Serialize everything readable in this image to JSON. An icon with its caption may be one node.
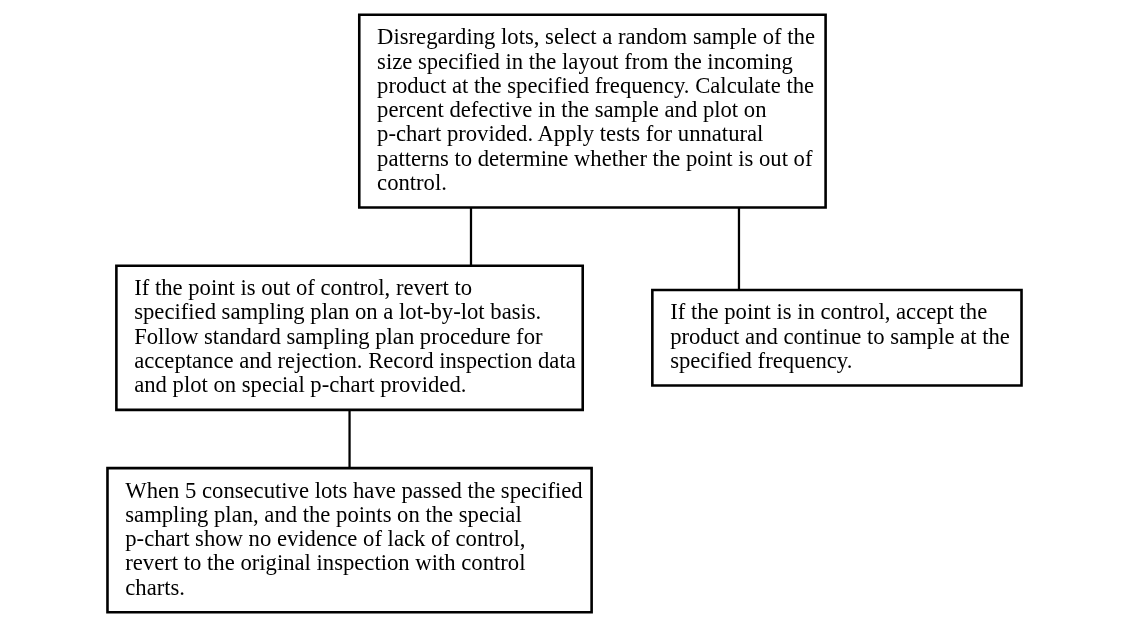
{
  "diagram": {
    "nodes": [
      {
        "text": [
          "Disregarding lots, select a random sample of the size specified in the layout from the incoming product at the specified frequency. Calculate the percent defective in the sample and plot on p-chart provided. Apply tests for unnatural patterns to determine whether the point is out of control."
        ]
      },
      {
        "text": [
          "If the point is out of control, revert to specified sampling plan on a lot-by-lot basis. Follow standard sampling plan procedure for acceptance and rejection. Record inspection data and plot on special p-chart provided."
        ]
      },
      {
        "text": [
          "If the point is in control, accept the product and continue to sample at the specified frequency."
        ]
      },
      {
        "text": [
          "When 5 consecutive lots have passed the specified sampling plan, and the points on the special p-chart show no evidence of lack of control, revert to the original inspection with control charts."
        ]
      }
    ],
    "edges": [
      {
        "from": 0,
        "to": 1,
        "arrow": "none"
      },
      {
        "from": 0,
        "to": 2,
        "arrow": "none"
      },
      {
        "from": 1,
        "to": 3,
        "arrow": "none"
      }
    ]
  }
}
